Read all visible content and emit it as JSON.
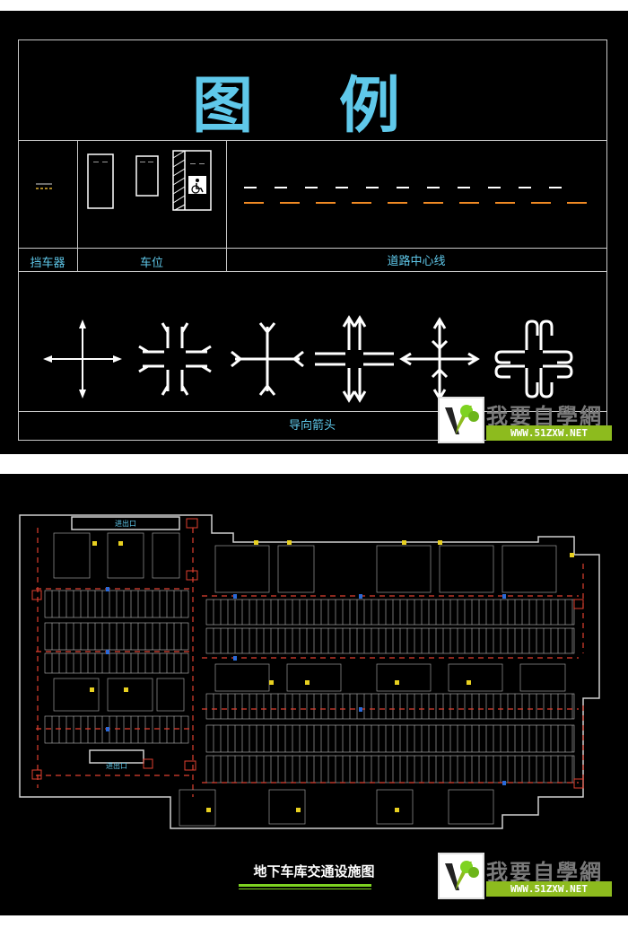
{
  "legend": {
    "title": "图 例",
    "captions": {
      "barrier": "挡车器",
      "parking_space": "车位",
      "road_centerline": "道路中心线",
      "guide_arrow": "导向箭头"
    }
  },
  "plan": {
    "title": "地下车库交通设施图",
    "entrance_labels": [
      "进出口",
      "进出口"
    ]
  },
  "watermark": {
    "brand": "我要自學網",
    "url": "WWW.51ZXW.NET"
  },
  "colors": {
    "legend_text": "#5fc8ea",
    "centerline_white": "#ffffff",
    "centerline_orange": "#f08a24",
    "watermark_green": "#8dbb1e"
  }
}
